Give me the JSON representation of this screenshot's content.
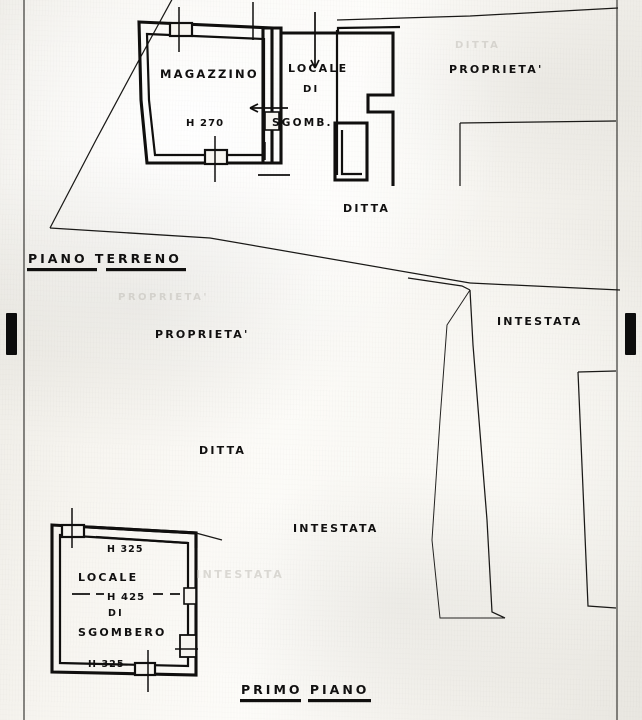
{
  "document": {
    "kind": "scanned-architectural-floor-plan",
    "language": "it"
  },
  "captions": [
    {
      "id": "piano-terreno",
      "text": "PIANO TERRENO",
      "underlined": true
    },
    {
      "id": "primo-piano",
      "text": "PRIMO PIANO",
      "underlined": true
    }
  ],
  "ground_floor": {
    "caption": "PIANO TERRENO",
    "rooms": [
      {
        "id": "magazzino",
        "name": "MAGAZZINO",
        "height_label": "H 270"
      },
      {
        "id": "locale-di-sgombero",
        "line1": "LOCALE",
        "line2": "DI",
        "line3": "SGOMB."
      }
    ],
    "parcel_labels": [
      {
        "id": "proprieta",
        "text": "PROPRIETA'"
      },
      {
        "id": "ditta",
        "text": "DITTA"
      }
    ]
  },
  "first_floor": {
    "caption": "PRIMO PIANO",
    "rooms": [
      {
        "id": "locale-di-sgombero-p1",
        "line1": "LOCALE",
        "line2": "DI",
        "line3": "SGOMBERO",
        "height_top": "H 325",
        "height_middle": "H 425",
        "height_bottom": "H 325"
      }
    ],
    "parcel_labels": [
      {
        "id": "proprieta-p1",
        "text": "PROPRIETA'"
      },
      {
        "id": "ditta-p1",
        "text": "DITTA"
      },
      {
        "id": "intestata-p1-right",
        "text": "INTESTATA"
      },
      {
        "id": "intestata-p1-center",
        "text": "INTESTATA"
      }
    ]
  },
  "ghost_text": {
    "top_right": "DITTA",
    "mid_left": "PROPRIETA'",
    "mid_center": "INTESTATA"
  },
  "colors": {
    "paper": "#f3f1ec",
    "ink": "#100f0e",
    "ghost": "#bdbab3",
    "registration_mark": "#0c0c0c"
  },
  "registration_marks": {
    "left": {
      "present": true
    },
    "right": {
      "present": true
    }
  }
}
